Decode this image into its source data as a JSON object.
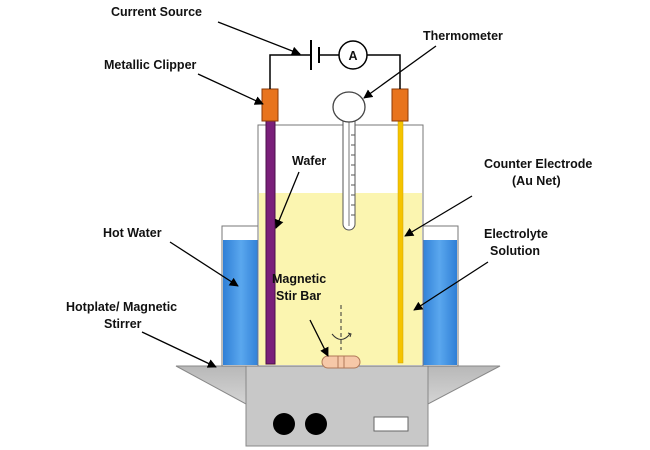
{
  "labels": {
    "current_source": "Current Source",
    "metallic_clipper": "Metallic Clipper",
    "thermometer": "Thermometer",
    "wafer": "Wafer",
    "counter_electrode_line1": "Counter Electrode",
    "counter_electrode_line2": "(Au Net)",
    "hot_water": "Hot Water",
    "electrolyte_line1": "Electrolyte",
    "electrolyte_line2": "Solution",
    "magnetic_line1": "Magnetic",
    "magnetic_line2": "Stir Bar",
    "hotplate_line1": "Hotplate/ Magnetic",
    "hotplate_line2": "Stirrer",
    "ammeter_symbol": "A"
  },
  "colors": {
    "hot_water": "#3d8fe0",
    "electrolyte": "#fbf5b0",
    "wafer": "#7a1f7a",
    "counter_electrode": "#f5c400",
    "clipper": "#e8741e",
    "stirrer_body": "#c8c8c8",
    "stir_bar": "#f6c8a8",
    "wire": "#000000"
  }
}
